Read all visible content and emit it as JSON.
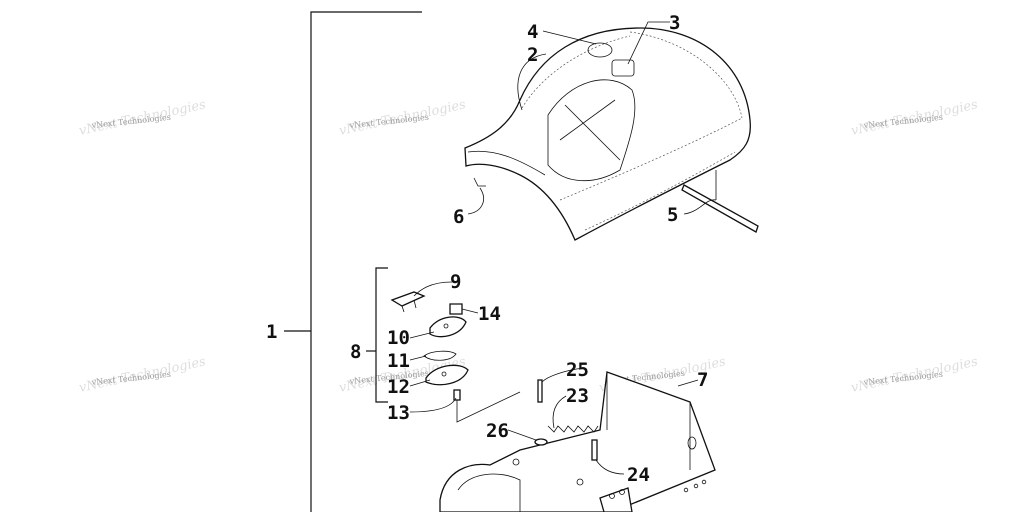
{
  "colors": {
    "ink": "#111111",
    "watermark": "#9a9a9a",
    "background": "#ffffff"
  },
  "watermark": {
    "text": "vNext Technologies"
  },
  "callouts": [
    {
      "id": "c1",
      "label": "1"
    },
    {
      "id": "c2",
      "label": "2"
    },
    {
      "id": "c3",
      "label": "3"
    },
    {
      "id": "c4",
      "label": "4"
    },
    {
      "id": "c5",
      "label": "5"
    },
    {
      "id": "c6",
      "label": "6"
    },
    {
      "id": "c7",
      "label": "7"
    },
    {
      "id": "c8",
      "label": "8"
    },
    {
      "id": "c9",
      "label": "9"
    },
    {
      "id": "c10",
      "label": "10"
    },
    {
      "id": "c11",
      "label": "11"
    },
    {
      "id": "c12",
      "label": "12"
    },
    {
      "id": "c13",
      "label": "13"
    },
    {
      "id": "c14",
      "label": "14"
    },
    {
      "id": "c23",
      "label": "23"
    },
    {
      "id": "c24",
      "label": "24"
    },
    {
      "id": "c25",
      "label": "25"
    },
    {
      "id": "c26",
      "label": "26"
    }
  ]
}
